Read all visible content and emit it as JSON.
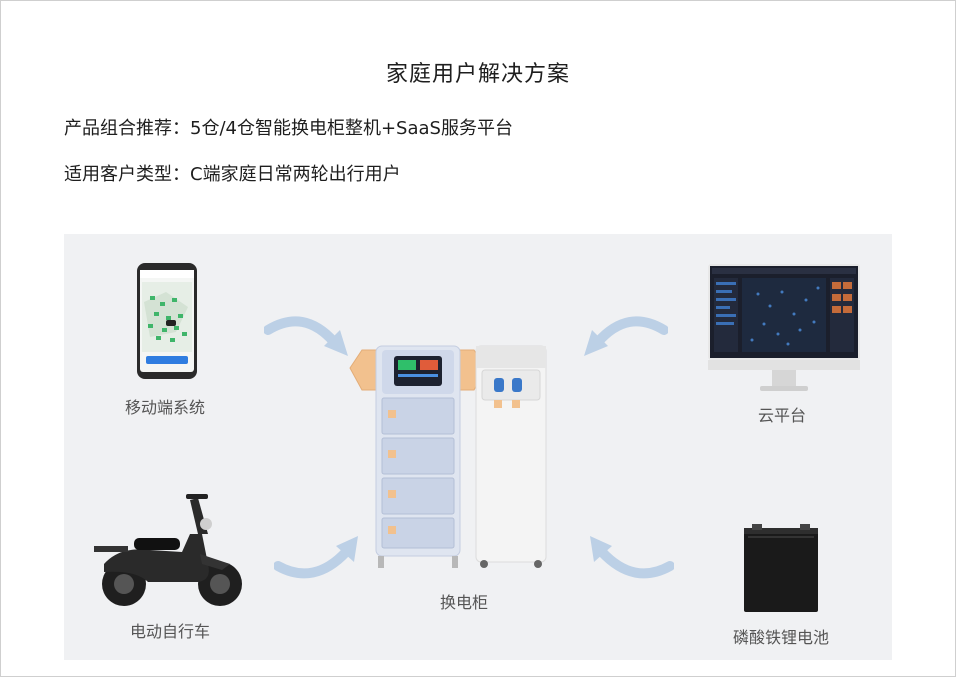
{
  "header": {
    "title": "家庭用户解决方案",
    "line1": "产品组合推荐：5仓/4仓智能换电柜整机+SaaS服务平台",
    "line2": "适用客户类型：C端家庭日常两轮出行用户"
  },
  "diagram": {
    "mobile_label": "移动端系统",
    "cloud_label": "云平台",
    "cabinet_label": "换电柜",
    "scooter_label": "电动自行车",
    "battery_label": "磷酸铁锂电池"
  },
  "colors": {
    "panel_bg": "#f0f1f3",
    "arrow": "#bcd0e6",
    "cabinet_blue": "#c9d3e6",
    "cabinet_orange": "#f2c18e",
    "screen_dark": "#1a1f2e"
  }
}
